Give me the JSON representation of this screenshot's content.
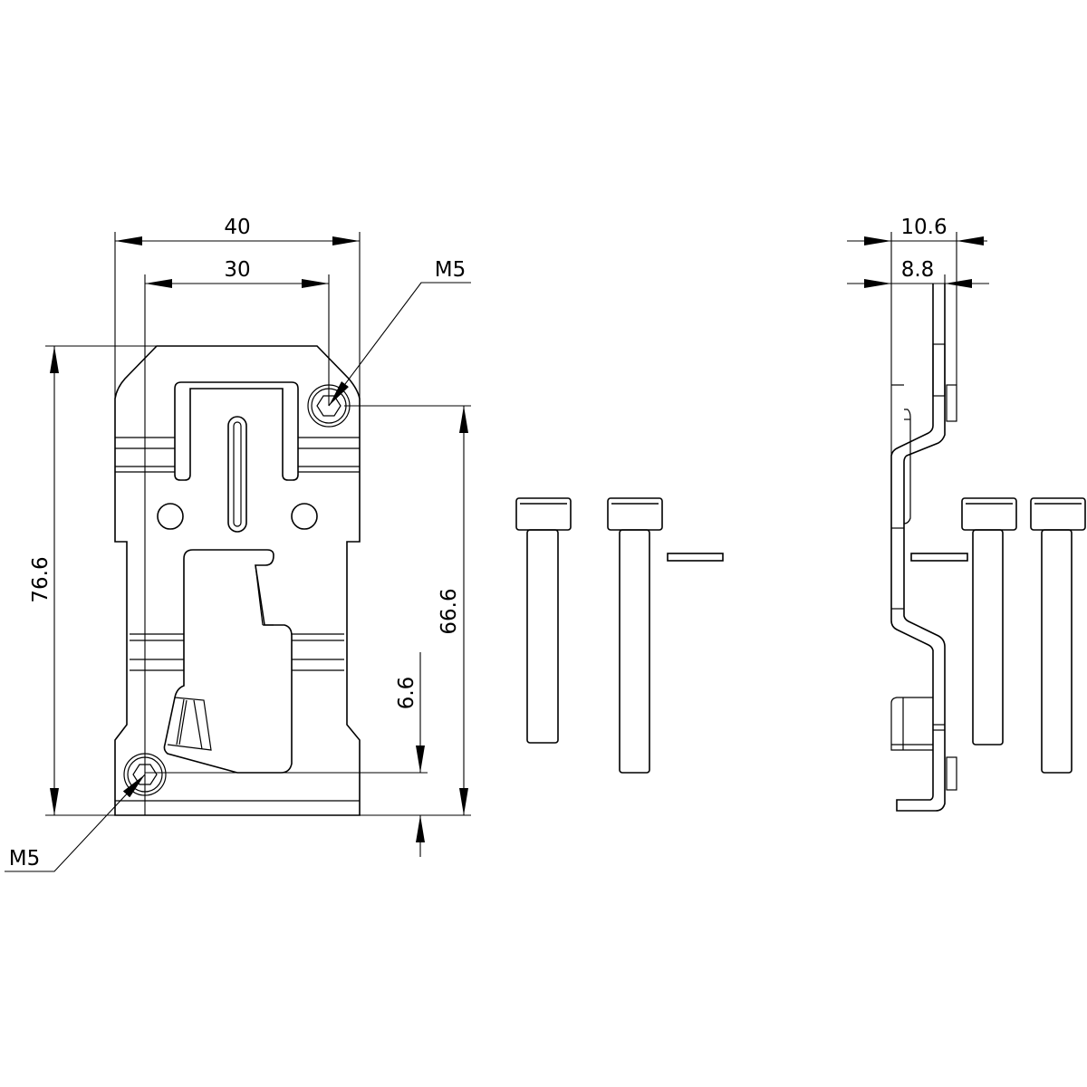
{
  "drawing": {
    "line_color": "#000000",
    "background": "#ffffff",
    "front_view": {
      "width_outer": "40",
      "width_holes": "30",
      "height_total": "76.6",
      "hole_spacing": "66.6",
      "bottom_offset": "6.6",
      "thread_top": "M5",
      "thread_bottom": "M5"
    },
    "side_view": {
      "depth_total": "10.6",
      "depth_plate": "8.8"
    }
  }
}
